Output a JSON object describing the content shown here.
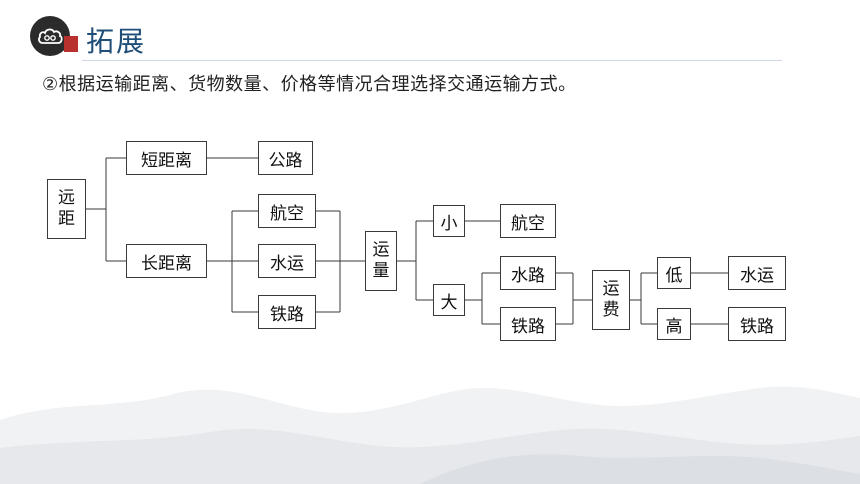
{
  "header": {
    "title": "拓展",
    "subtitle": "②根据运输距离、货物数量、价格等情况合理选择交通运输方式。"
  },
  "icons": {
    "logo": "cloud-logo-icon",
    "seal": "red-seal-icon"
  },
  "colors": {
    "heading": "#1f4e79",
    "seal": "#b8312f",
    "border": "#3a3a3a"
  },
  "diagram": {
    "distance": {
      "line1": "远",
      "line2": "距"
    },
    "short_distance": "短距离",
    "short_result": "公路",
    "long_distance": "长距离",
    "long_air": "航空",
    "long_water": "水运",
    "long_rail": "铁路",
    "volume": {
      "line1": "运",
      "line2": "量"
    },
    "small": "小",
    "small_result": "航空",
    "large": "大",
    "large_water": "水路",
    "large_rail": "铁路",
    "cost": {
      "line1": "运",
      "line2": "费"
    },
    "low": "低",
    "low_result": "水运",
    "high": "高",
    "high_result": "铁路"
  }
}
